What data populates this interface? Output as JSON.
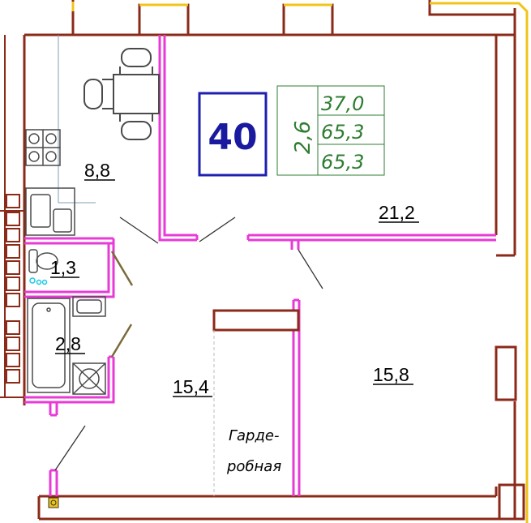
{
  "plan": {
    "apartment_number": "40",
    "ceiling_height": "2,6",
    "areas": {
      "living": "37,0",
      "total": "65,3",
      "total_with_balcony": "65,3"
    },
    "rooms": {
      "kitchen": "8,8",
      "room_large": "21,2",
      "wc": "1,3",
      "bath": "2,8",
      "hall": "15,4",
      "room_small": "15,8"
    },
    "wardrobe_line1": "Гарде-",
    "wardrobe_line2": "робная"
  },
  "colors": {
    "wall": "#8b2a18",
    "partition": "#e83ad6",
    "window": "#f0c419",
    "label_box": "#1f1fb0",
    "area_text": "#2e7d32",
    "fixture": "#4a4a4a",
    "door": "#7a6a3a"
  }
}
